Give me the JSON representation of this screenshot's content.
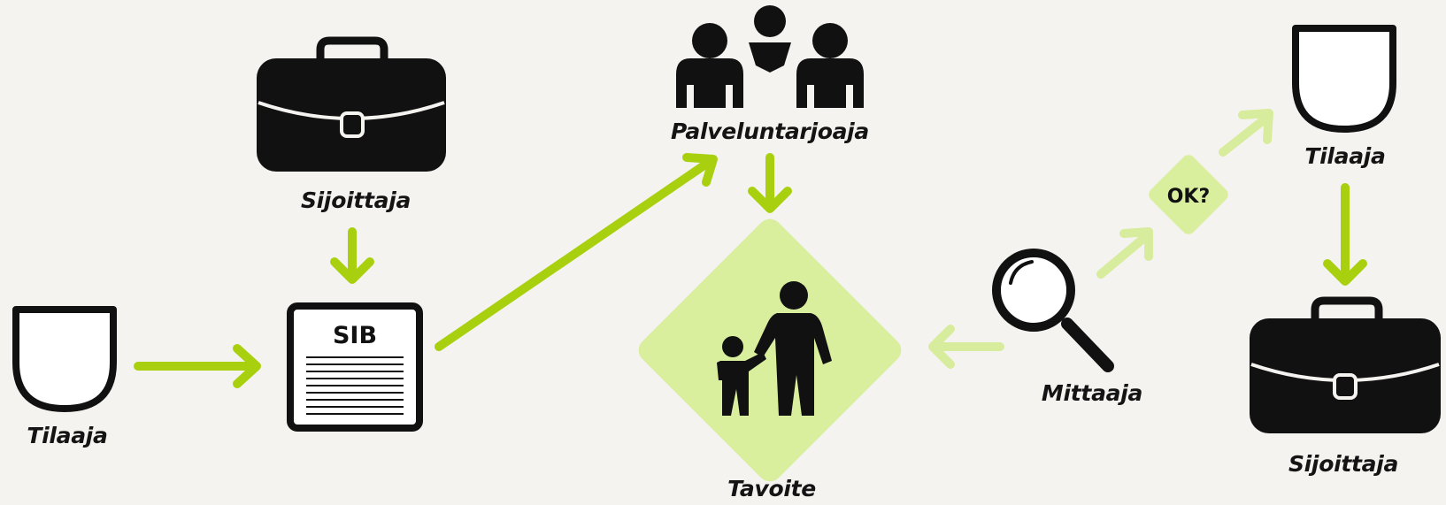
{
  "labels": {
    "tilaaja_left": "Tilaaja",
    "sijoittaja_left": "Sijoittaja",
    "sib": "SIB",
    "palveluntarjoaja": "Palveluntarjoaja",
    "tavoite": "Tavoite",
    "mittaaja": "Mittaaja",
    "ok": "OK?",
    "tilaaja_right": "Tilaaja",
    "sijoittaja_right": "Sijoittaja"
  },
  "colors": {
    "background": "#f5f3f0",
    "arrow_green": "#a8d00f",
    "arrow_light_green": "#d7ec9c",
    "diamond_fill": "#d9ef9e",
    "icon_black": "#111111"
  },
  "icons": [
    "shield-icon",
    "briefcase-icon",
    "document-icon",
    "people-group-icon",
    "parent-child-icon",
    "magnifier-icon"
  ]
}
